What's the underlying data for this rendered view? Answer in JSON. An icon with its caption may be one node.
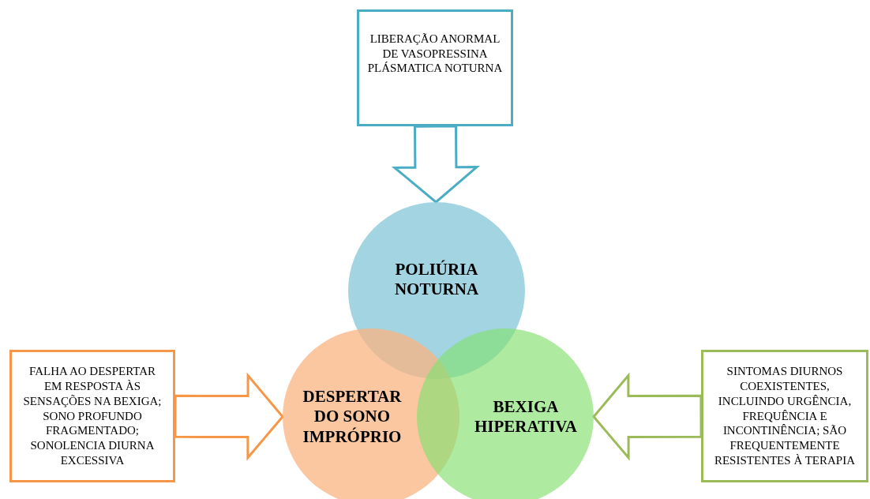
{
  "diagram": {
    "nodes": [
      {
        "text": [
          "LIBERAÇÃO ANORMAL DE VASOPRESSINA PLÁSMATICA NOTURNA"
        ]
      },
      {
        "text": [
          "POLIÚRIA NOTURNA"
        ]
      },
      {
        "text": [
          "FALHA AO DESPERTAR EM RESPOSTA ÀS SENSAÇÕES NA BEXIGA; SONO PROFUNDO FRAGMENTADO; SONOLENCIA DIURNA EXCESSIVA"
        ]
      },
      {
        "text": [
          "DESPERTAR DO SONO IMPRÓPRIO"
        ]
      },
      {
        "text": [
          "BEXIGA HIPERATIVA"
        ]
      },
      {
        "text": [
          "SINTOMAS DIURNOS COEXISTENTES, INCLUINDO URGÊNCIA, FREQUÊNCIA E INCONTINÊNCIA; SÃO FREQUENTEMENTE RESISTENTES À TERAPIA"
        ]
      }
    ],
    "edges": [
      {
        "from": 0,
        "to": 1,
        "arrow": "to",
        "color": "#4bacc6"
      },
      {
        "from": 2,
        "to": 3,
        "arrow": "to",
        "color": "#f79646"
      },
      {
        "from": 5,
        "to": 4,
        "arrow": "to",
        "color": "#9bbb59"
      }
    ]
  }
}
